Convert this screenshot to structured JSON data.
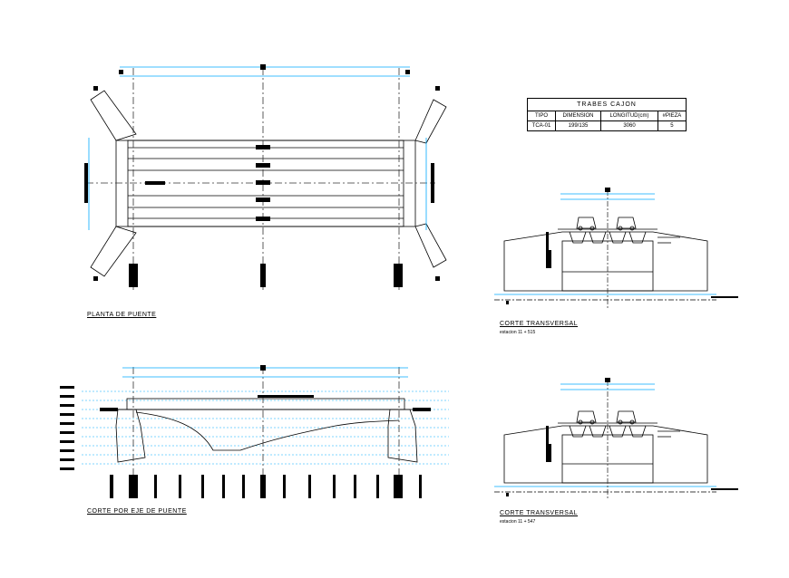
{
  "labels": {
    "planta": "PLANTA DE PUENTE",
    "corte_eje": "CORTE POR EJE DE PUENTE",
    "corte_transversal_1": "CORTE TRANSVERSAL",
    "estacion_1": "estacion 11 + 515",
    "corte_transversal_2": "CORTE TRANSVERSAL",
    "estacion_2": "estacion 11 + 547"
  },
  "table": {
    "title": "TRABES CAJON",
    "headers": [
      "TIPO",
      "DIMENSION",
      "LONGITUD(cm)",
      "#PIEZA"
    ],
    "row": [
      "TCA-01",
      "199/135",
      "3060",
      "5"
    ]
  },
  "colors": {
    "line": "#000000",
    "axis": "#333333",
    "dimension": "#00aaff"
  }
}
